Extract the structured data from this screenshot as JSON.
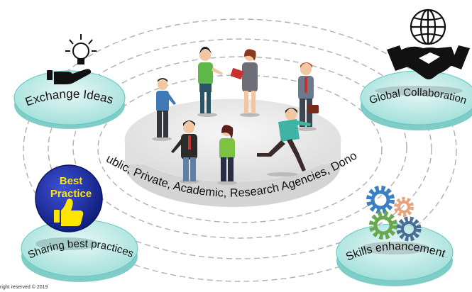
{
  "nodes": {
    "exchange": {
      "label": "Exchange Ideas"
    },
    "global": {
      "label": "Global Collaboration"
    },
    "sharing": {
      "label": "Sharing best practices"
    },
    "skills": {
      "label": "Skills enhancement"
    }
  },
  "badge": {
    "line1": "Best",
    "line2": "Practice"
  },
  "center_label": "Public, Private, Academic, Research Agencies, Donors",
  "copyright": "right reserved © 2019",
  "colors": {
    "node_fill": "#bfe9e6",
    "node_rim": "#5ec8c2",
    "badge_fill": "#1c2ea6",
    "badge_text": "#ffe600",
    "platform": "#ececec",
    "ring": "#b0b0b0"
  },
  "icons": [
    "lightbulb-icon",
    "hand-icon",
    "globe-icon",
    "handshake-icon",
    "thumbs-up-icon",
    "gears-icon",
    "people-group"
  ]
}
